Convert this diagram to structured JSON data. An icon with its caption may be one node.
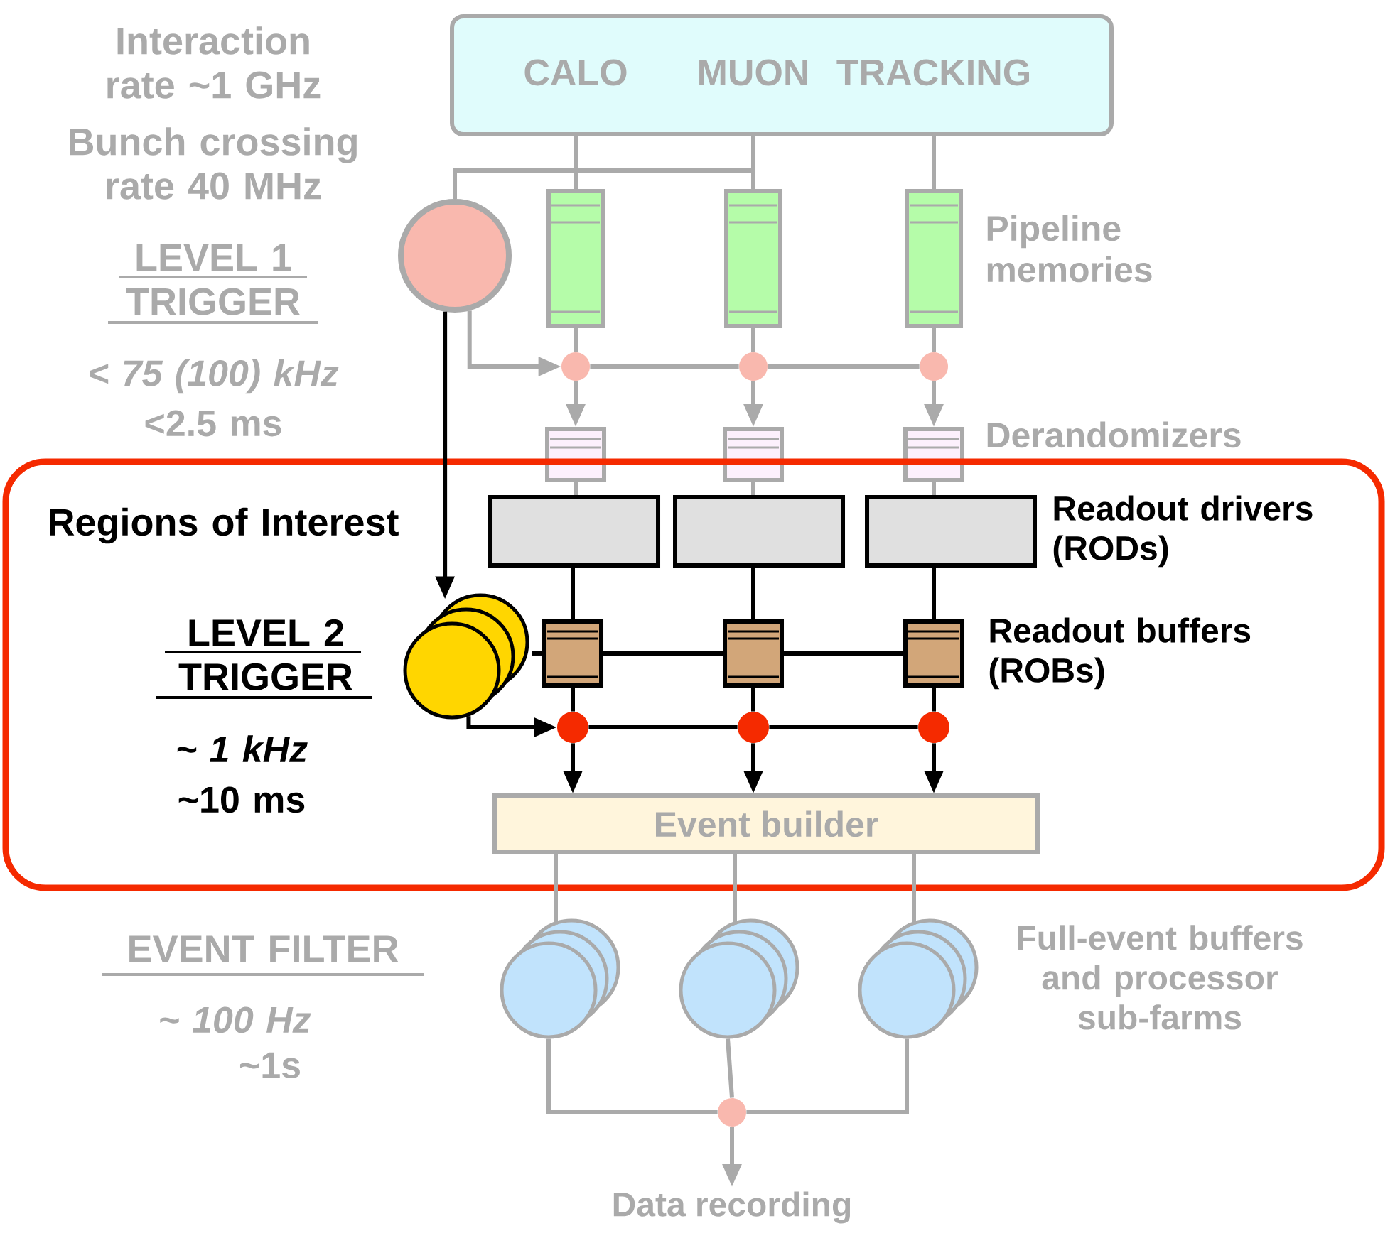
{
  "diagram": {
    "nodes": [
      {
        "text": [
          "CALO",
          "MUON",
          "TRACKING"
        ]
      },
      {
        "text": [],
        "shape": "circle"
      },
      {
        "text": [],
        "shape": "box"
      },
      {
        "text": [],
        "shape": "box"
      },
      {
        "text": [],
        "shape": "box"
      },
      {
        "text": [],
        "shape": "circle"
      },
      {
        "text": [],
        "shape": "circle"
      },
      {
        "text": [],
        "shape": "circle"
      },
      {
        "text": [],
        "shape": "box"
      },
      {
        "text": [],
        "shape": "box"
      },
      {
        "text": [],
        "shape": "box"
      },
      {
        "text": [],
        "shape": "box"
      },
      {
        "text": [],
        "shape": "box",
        "in": 11
      },
      {
        "text": [],
        "shape": "box",
        "in": 11
      },
      {
        "text": [],
        "shape": "box",
        "in": 11
      },
      {
        "text": [],
        "shape": "circle",
        "in": 11
      },
      {
        "text": [],
        "shape": "box",
        "in": 11
      },
      {
        "text": [],
        "shape": "box",
        "in": 11
      },
      {
        "text": [],
        "shape": "box",
        "in": 11
      },
      {
        "text": [],
        "shape": "circle",
        "in": 11
      },
      {
        "text": [],
        "shape": "circle",
        "in": 11
      },
      {
        "text": [],
        "shape": "circle",
        "in": 11
      },
      {
        "text": [
          "Event builder"
        ],
        "in": 11
      },
      {
        "text": [],
        "shape": "circle"
      },
      {
        "text": [],
        "shape": "circle"
      },
      {
        "text": [],
        "shape": "circle"
      },
      {
        "text": [],
        "shape": "circle"
      },
      {
        "text": [
          "Data recording"
        ]
      }
    ],
    "edges": [
      {
        "from": 0,
        "to": 2,
        "arrow": "none"
      },
      {
        "from": 0,
        "to": 3,
        "arrow": "none"
      },
      {
        "from": 0,
        "to": 4,
        "arrow": "none"
      },
      {
        "from": 1,
        "to": 0,
        "arrow": "none"
      },
      {
        "from": 1,
        "to": 5,
        "arrow": "to"
      },
      {
        "from": 5,
        "to": 6,
        "arrow": "none"
      },
      {
        "from": 6,
        "to": 7,
        "arrow": "none"
      },
      {
        "from": 2,
        "to": 5,
        "arrow": "none"
      },
      {
        "from": 3,
        "to": 6,
        "arrow": "none"
      },
      {
        "from": 4,
        "to": 7,
        "arrow": "none"
      },
      {
        "from": 5,
        "to": 8,
        "arrow": "to"
      },
      {
        "from": 6,
        "to": 9,
        "arrow": "to"
      },
      {
        "from": 7,
        "to": 10,
        "arrow": "to"
      },
      {
        "from": 8,
        "to": 12,
        "arrow": "none"
      },
      {
        "from": 9,
        "to": 13,
        "arrow": "none"
      },
      {
        "from": 10,
        "to": 14,
        "arrow": "none"
      },
      {
        "from": 1,
        "to": 15,
        "arrow": "to",
        "color": "#000000"
      },
      {
        "from": 12,
        "to": 16,
        "arrow": "none",
        "color": "#000000"
      },
      {
        "from": 13,
        "to": 17,
        "arrow": "none",
        "color": "#000000"
      },
      {
        "from": 14,
        "to": 18,
        "arrow": "none",
        "color": "#000000"
      },
      {
        "from": 15,
        "to": 16,
        "arrow": "none",
        "color": "#000000"
      },
      {
        "from": 16,
        "to": 17,
        "arrow": "none",
        "color": "#000000"
      },
      {
        "from": 17,
        "to": 18,
        "arrow": "none",
        "color": "#000000"
      },
      {
        "from": 15,
        "to": 19,
        "arrow": "to",
        "color": "#000000"
      },
      {
        "from": 19,
        "to": 20,
        "arrow": "none",
        "color": "#000000"
      },
      {
        "from": 20,
        "to": 21,
        "arrow": "none",
        "color": "#000000"
      },
      {
        "from": 16,
        "to": 19,
        "arrow": "none",
        "color": "#000000"
      },
      {
        "from": 17,
        "to": 20,
        "arrow": "none",
        "color": "#000000"
      },
      {
        "from": 18,
        "to": 21,
        "arrow": "none",
        "color": "#000000"
      },
      {
        "from": 19,
        "to": 22,
        "arrow": "to",
        "color": "#000000"
      },
      {
        "from": 20,
        "to": 22,
        "arrow": "to",
        "color": "#000000"
      },
      {
        "from": 21,
        "to": 22,
        "arrow": "to",
        "color": "#000000"
      },
      {
        "from": 22,
        "to": 23,
        "arrow": "none"
      },
      {
        "from": 22,
        "to": 24,
        "arrow": "none"
      },
      {
        "from": 22,
        "to": 25,
        "arrow": "none"
      },
      {
        "from": 23,
        "to": 26,
        "arrow": "none"
      },
      {
        "from": 24,
        "to": 26,
        "arrow": "none"
      },
      {
        "from": 25,
        "to": 26,
        "arrow": "none"
      },
      {
        "from": 26,
        "to": 27,
        "arrow": "to"
      }
    ],
    "labels": [
      "Interaction rate ~1 GHz",
      "Bunch crossing rate 40 MHz",
      "LEVEL 1 TRIGGER",
      "< 75 (100) kHz",
      "<2.5 ms",
      "Pipeline memories",
      "Derandomizers",
      "Regions of Interest",
      "LEVEL 2 TRIGGER",
      "~ 1 kHz",
      "~10 ms",
      "Readout drivers (RODs)",
      "Readout buffers (ROBs)",
      "EVENT FILTER",
      "~ 100 Hz",
      "~1s",
      "Full-event buffers and processor sub-farms"
    ]
  }
}
